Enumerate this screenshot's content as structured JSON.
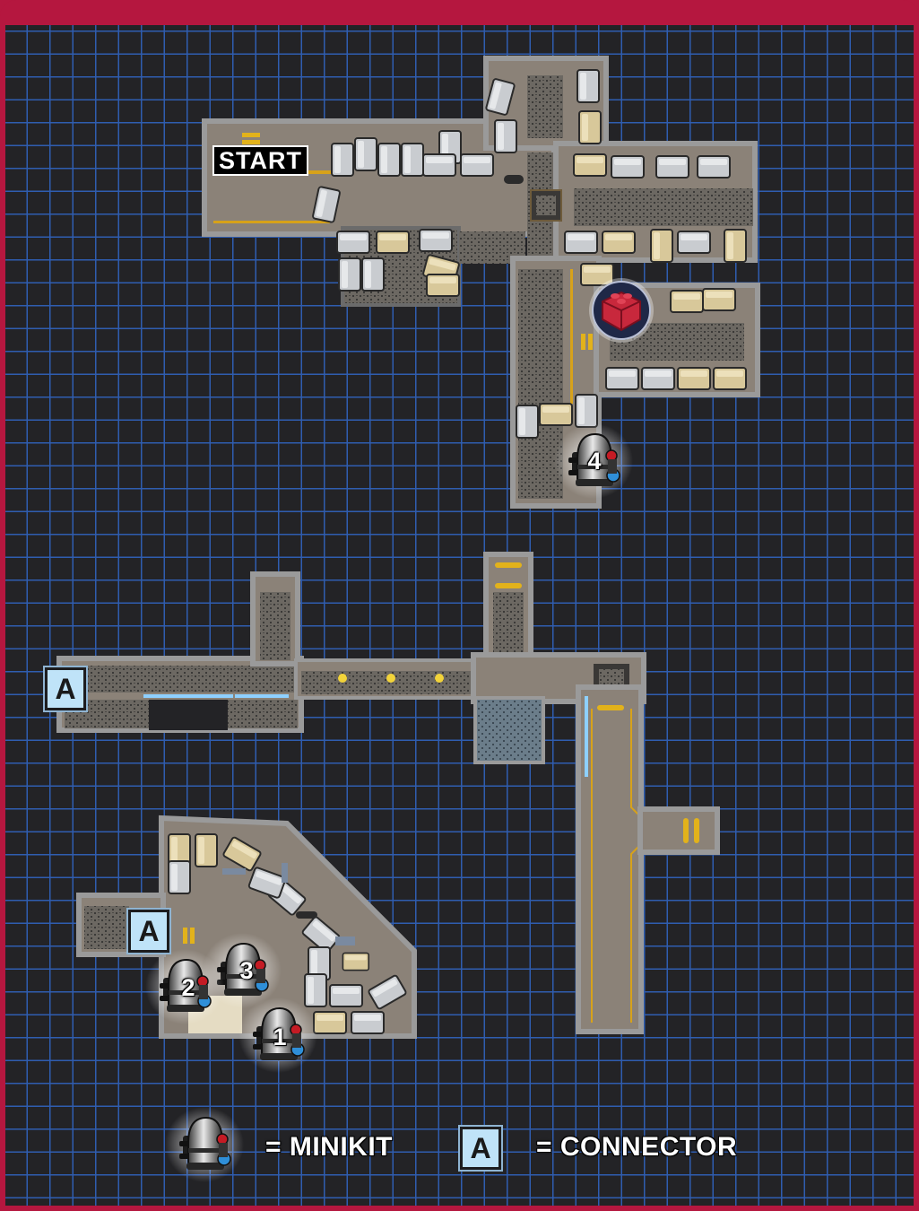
{
  "map": {
    "start_label": "START",
    "connector_letter": "A",
    "minikits": [
      {
        "number": "4"
      },
      {
        "number": "3"
      },
      {
        "number": "2"
      },
      {
        "number": "1"
      }
    ]
  },
  "legend": {
    "minikit_text": "= MINIKIT",
    "connector_letter": "A",
    "connector_text": "= CONNECTOR"
  },
  "colors": {
    "frame": "#b5173f",
    "background": "#232326",
    "grid": "#2f5db0",
    "floor": "#8b8278",
    "wall": "#9a9a9a",
    "crate_tan": "#d8c89a",
    "crate_grey": "#c9ccd0",
    "connector_fill": "#bfe3f8",
    "marker_stripe": "#e2b21b",
    "red_brick_badge": "#1f2847"
  },
  "icons": {
    "minikit": "minikit-canister-icon",
    "red_brick": "red-brick-icon"
  }
}
